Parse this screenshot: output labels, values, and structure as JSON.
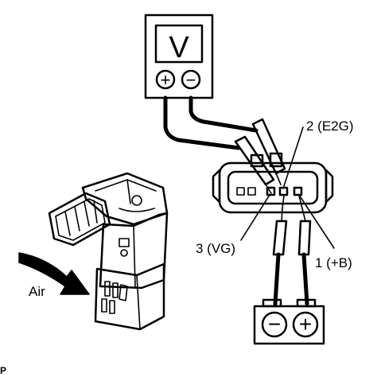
{
  "voltmeter": {
    "display_symbol": "V",
    "positive_symbol": "+",
    "negative_symbol": "−"
  },
  "terminals": {
    "e2g_label": "2 (E2G)",
    "vg_label": "3 (VG)",
    "b_label": "1 (+B)"
  },
  "battery": {
    "negative_symbol": "−",
    "positive_symbol": "+"
  },
  "airflow": {
    "label": "Air"
  },
  "corner_mark": "P"
}
